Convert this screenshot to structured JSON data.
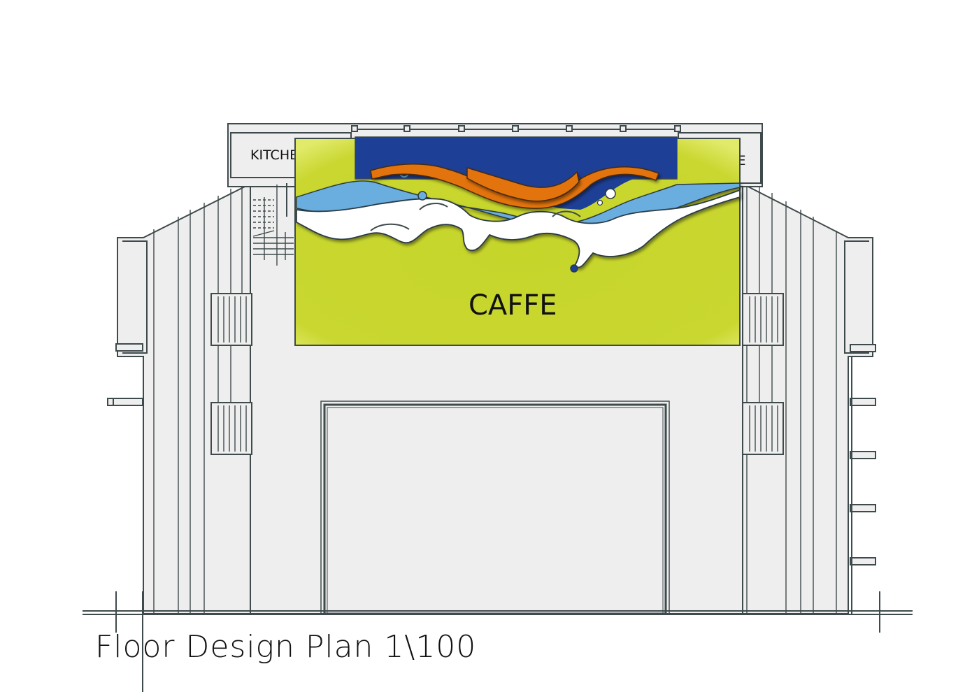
{
  "drawing": {
    "title": "Floor Design Plan 1\\100",
    "scale": "1\\100",
    "rooms": {
      "kitchen": "KITCHEN",
      "storage": "STORAGE",
      "caffe": "CAFFE"
    },
    "colors": {
      "wall_fill": "#eeeeee",
      "line": "#3f4a4c",
      "caffe_green": "#c8d62c",
      "deep_blue": "#1e3f96",
      "light_blue": "#6aaee0",
      "orange": "#e2730a",
      "white": "#ffffff"
    }
  }
}
